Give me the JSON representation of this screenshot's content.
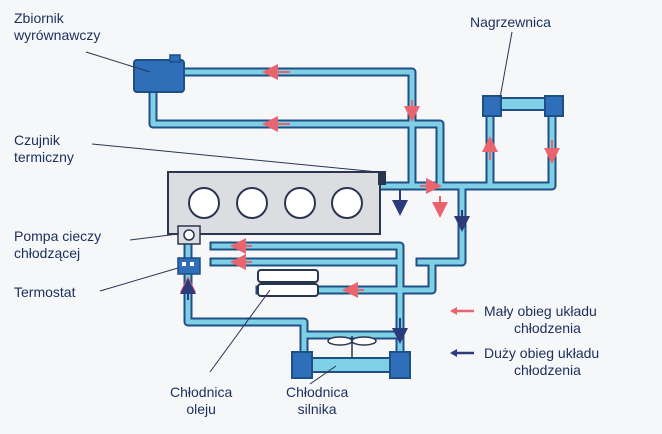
{
  "labels": {
    "expansion_tank": [
      "Zbiornik",
      "wyrównawczy"
    ],
    "heater": [
      "Nagrzewnica"
    ],
    "thermal_sensor": [
      "Czujnik",
      "termiczny"
    ],
    "coolant_pump": [
      "Pompa cieczy",
      "chłodzącej"
    ],
    "thermostat": [
      "Termostat"
    ],
    "oil_cooler": [
      "Chłodnica",
      "oleju"
    ],
    "engine_radiator": [
      "Chłodnica",
      "silnika"
    ]
  },
  "legend": {
    "small_circuit": [
      "Mały obieg układu",
      "chłodzenia"
    ],
    "large_circuit": [
      "Duży obieg układu",
      "chłodzenia"
    ]
  },
  "colors": {
    "pipe_fill": "#7fd0e4",
    "pipe_outline": "#1e4f86",
    "component_blue": "#2f6fba",
    "engine_fill": "#dcdde0",
    "small_circuit_arrow": "#e8646e",
    "large_circuit_arrow": "#2b3a78",
    "label_text": "#1b2f5c"
  }
}
